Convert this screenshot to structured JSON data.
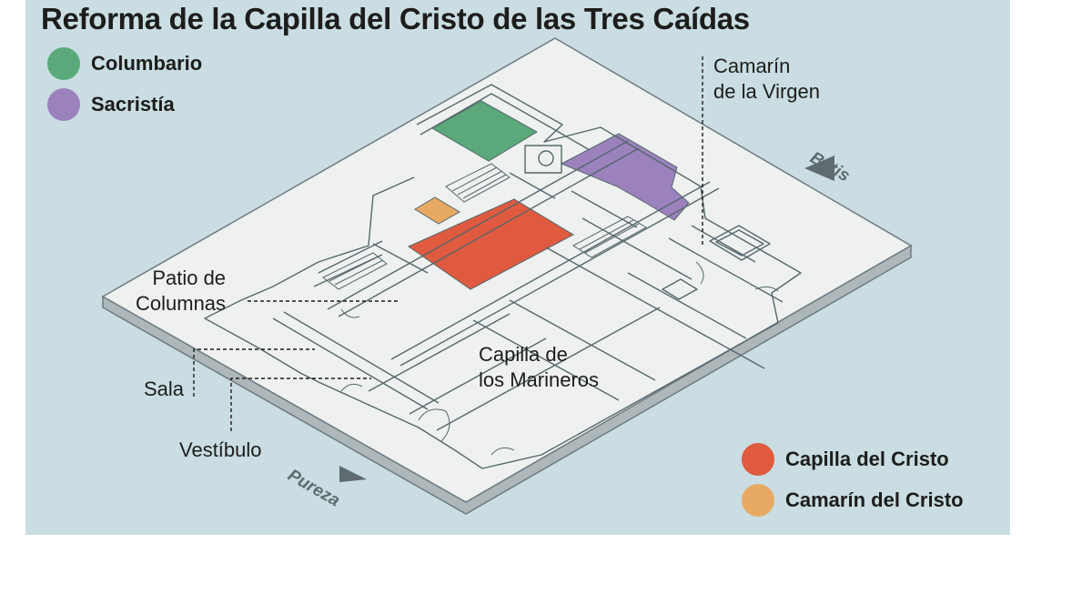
{
  "title": "Reforma de la Capilla del Cristo de las Tres Caídas",
  "legend": [
    {
      "label": "Columbario",
      "color": "#5ba97a"
    },
    {
      "label": "Sacristía",
      "color": "#9b82bd"
    },
    {
      "label": "Capilla del Cristo",
      "color": "#e05a3f"
    },
    {
      "label": "Camarín del Cristo",
      "color": "#e8aa63"
    }
  ],
  "labels": {
    "camarin_virgen": [
      "Camarín",
      "de la Virgen"
    ],
    "patio": [
      "Patio de",
      "Columnas"
    ],
    "capilla_marineros": [
      "Capilla de",
      "los Marineros"
    ],
    "sala": "Sala",
    "vestibulo": "Vestíbulo"
  },
  "streets": {
    "betis": "Betis",
    "pureza": "Pureza"
  }
}
